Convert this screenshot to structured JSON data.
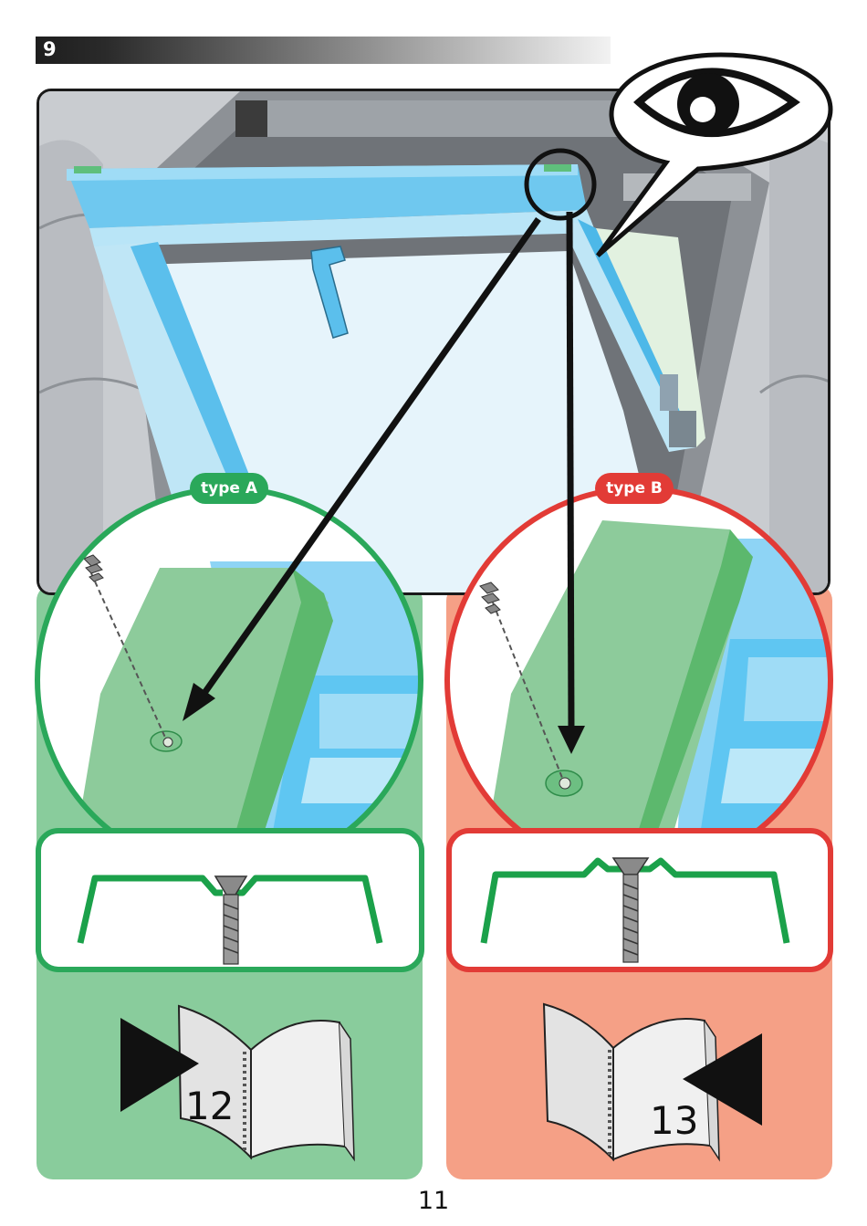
{
  "step": {
    "number": "9"
  },
  "variants": [
    {
      "label": "type A",
      "page_ref": "12"
    },
    {
      "label": "type B",
      "page_ref": "13"
    }
  ],
  "page": {
    "number": "11"
  }
}
